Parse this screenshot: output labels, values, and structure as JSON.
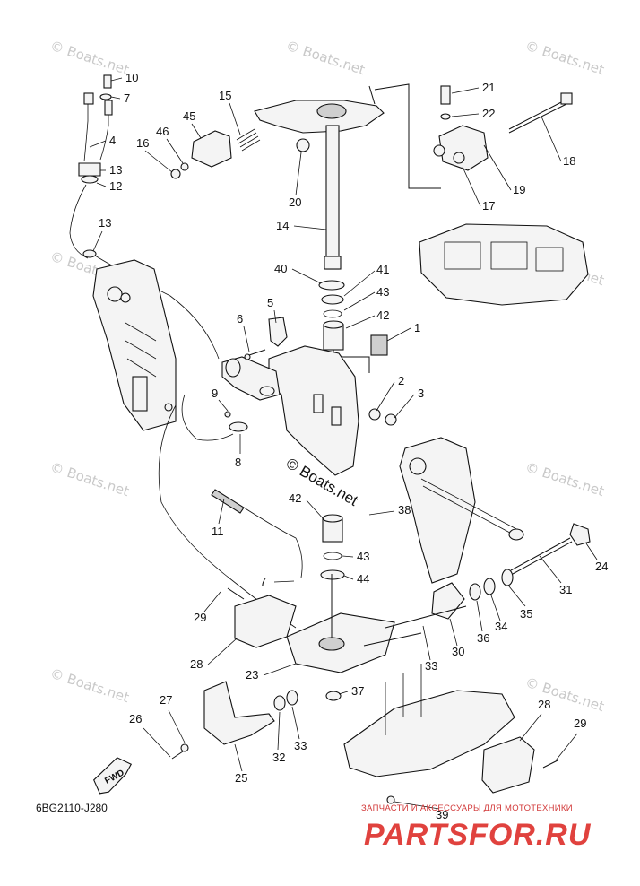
{
  "diagram_code": "6BG2110-J280",
  "watermark_text": "© Boats.net",
  "center_watermark": "© Boats.net",
  "fwd_label": "FWD",
  "brand": {
    "tagline": "ЗАПЧАСТИ И АКСЕССУАРЫ ДЛЯ МОТОТЕХНИКИ",
    "name": "PARTSFOR.RU",
    "color": "#e0423e"
  },
  "callouts": [
    "10",
    "7",
    "4",
    "13",
    "12",
    "13",
    "15",
    "45",
    "46",
    "16",
    "20",
    "14",
    "21",
    "22",
    "18",
    "19",
    "17",
    "40",
    "41",
    "43",
    "42",
    "1",
    "6",
    "5",
    "2",
    "3",
    "9",
    "8",
    "42",
    "38",
    "11",
    "7",
    "43",
    "44",
    "29",
    "28",
    "23",
    "37",
    "33",
    "30",
    "36",
    "34",
    "35",
    "31",
    "24",
    "27",
    "26",
    "25",
    "32",
    "33",
    "28",
    "29",
    "39"
  ]
}
